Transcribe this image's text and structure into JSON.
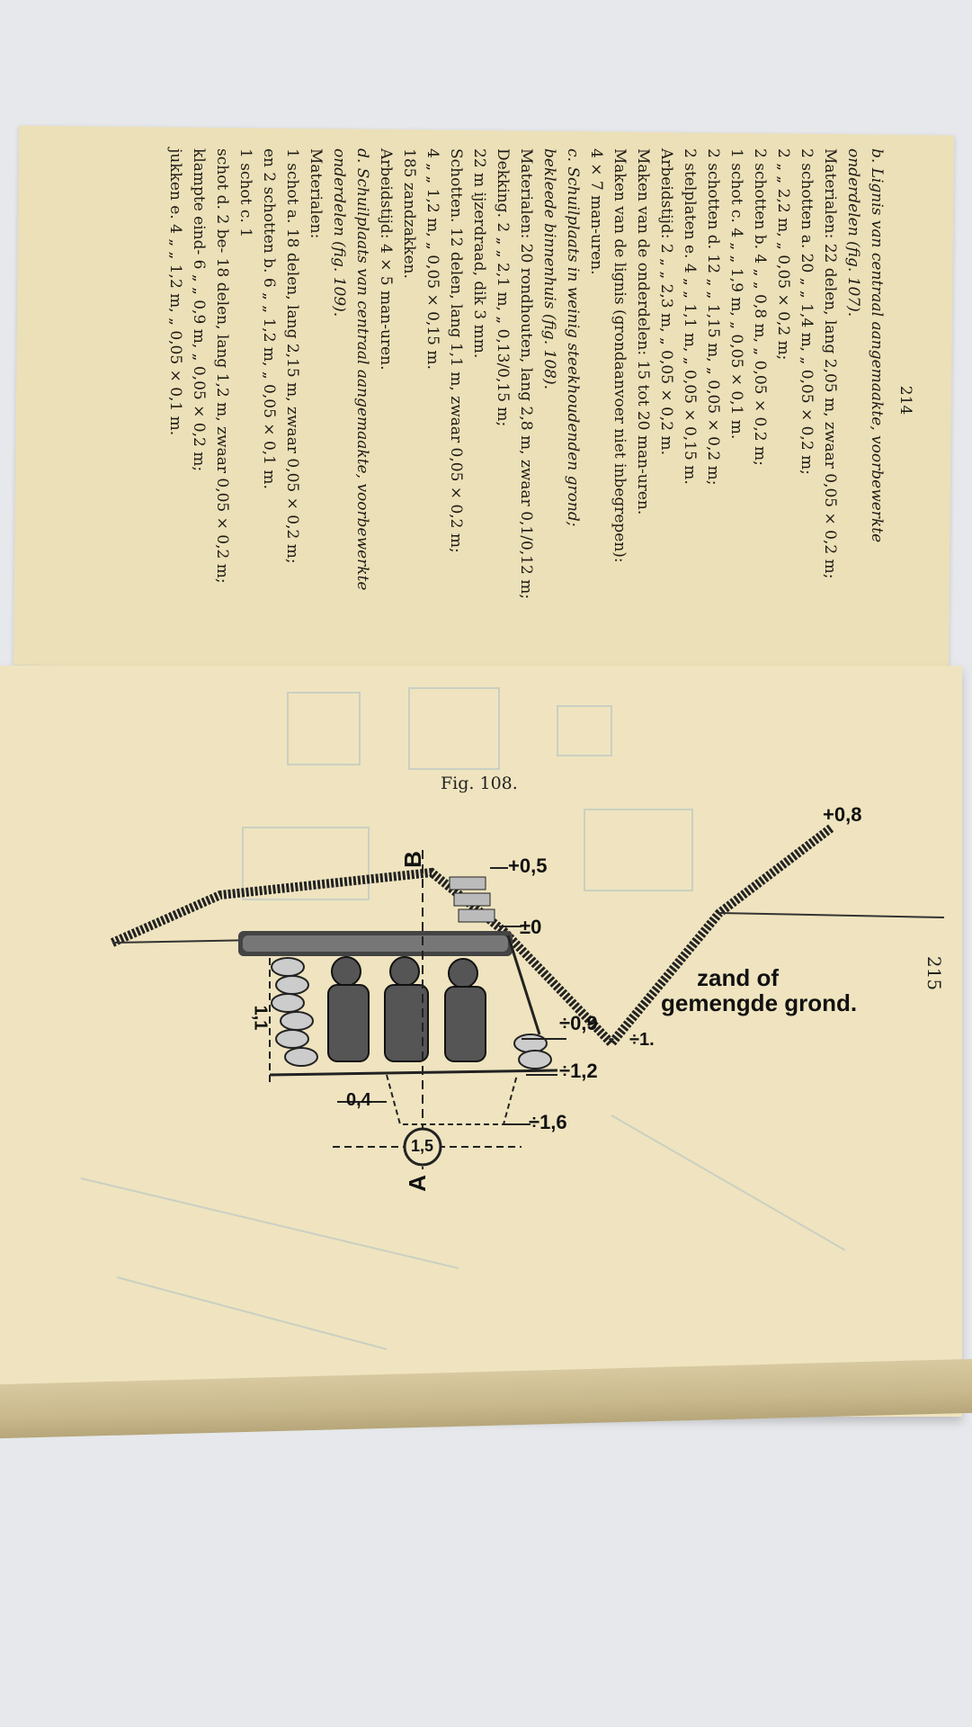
{
  "top_page": {
    "page_number": "214",
    "lines": [
      "b. Lignis van centraal aangemaakte, voorbewerkte",
      "onderdelen (fig. 107).",
      "Materialen: 22 delen, lang 2,05 m, zwaar 0,05 × 0,2 m;",
      "2 schotten a. 20 „ „ 1,4 m, „ 0,05 × 0,2 m;",
      "2 „ „ 2,2 m, „ 0,05 × 0,2 m;",
      "2 schotten b. 4 „ „ 0,8 m, „ 0,05 × 0,2 m;",
      "1 schot c. 4 „ „ 1,9 m, „ 0,05 × 0,1 m.",
      "2 schotten d. 12 „ „ 1,15 m, „ 0,05 × 0,2 m;",
      "2 stelplaten e. 4 „ „ 1,1 m, „ 0,05 × 0,15 m.",
      "Arbeidstijd: 2 „ „ 2,3 m, „ 0,05 × 0,2 m.",
      "Maken van de onderdelen: 15 tot 20 man-uren.",
      "Maken van de lignis (grondaanvoer niet inbegrepen):",
      "4 × 7 man-uren.",
      "c. Schuilplaats in weinig steekhoudenden grond;",
      "bekleede binnenhuis (fig. 108).",
      "Materialen: 20 rondhouten, lang 2,8 m, zwaar 0,1/0,12 m;",
      "Dekking. 2 „ „ 2,1 m, „ 0,13/0,15 m;",
      "22 m ijzerdraad, dik 3 mm.",
      "Schotten. 12 delen, lang 1,1 m, zwaar 0,05 × 0,2 m;",
      "4 „ „ 1,2 m, „ 0,05 × 0,15 m.",
      "185 zandzakken.",
      "Arbeidstijd: 4 × 5 man-uren.",
      "d. Schuilplaats van centraal aangemaakte, voorbewerkte",
      "onderdelen (fig. 109).",
      "Materialen:",
      "1 schot a. 18 delen, lang 2,15 m, zwaar 0,05 × 0,2 m;",
      "en 2 schotten b. 6 „ „ 1,2 m, „ 0,05 × 0,1 m.",
      "1 schot c. 1",
      "schot d. 2 be- 18 delen, lang 1,2 m, zwaar 0,05 × 0,2 m;",
      "klampte eind- 6 „ „ 0,9 m, „ 0,05 × 0,2 m;",
      "jukken e. 4 „ „ 1,2 m, „ 0,05 × 0,1 m."
    ]
  },
  "bottom_page": {
    "page_number": "215",
    "figure_caption": "Fig. 108.",
    "labels": {
      "elev_top": "+0,8",
      "elev_roof": "+0,5",
      "elev_zero": "±0",
      "elev_09": "÷0,9",
      "elev_1": "÷1.",
      "elev_12": "÷1,2",
      "elev_16": "÷1,6",
      "width_04": "0,4",
      "width_15": "1,5",
      "height_11": "1,1",
      "section_a": "A",
      "section_b": "B",
      "soil_line1": "zand of",
      "soil_line2": "gemengde grond."
    }
  }
}
